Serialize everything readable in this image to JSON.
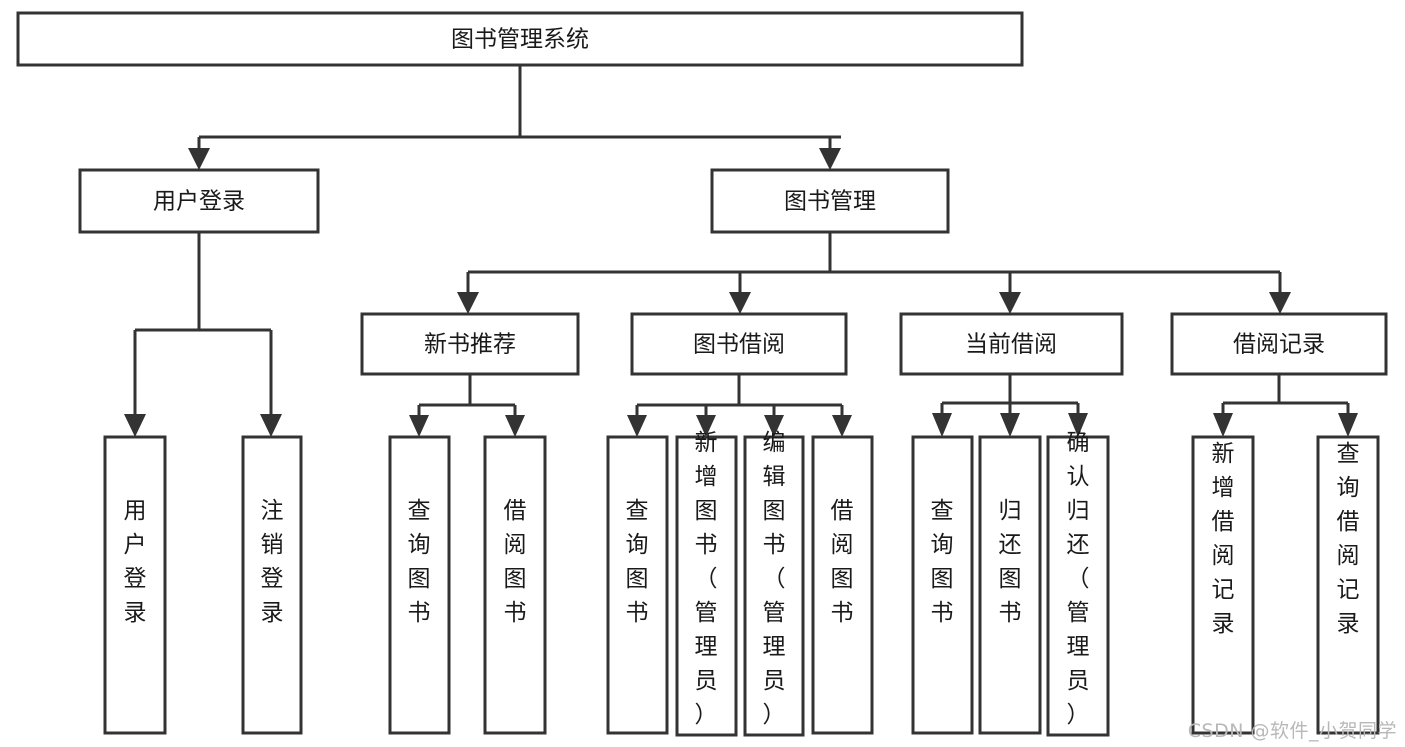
{
  "diagram": {
    "type": "tree",
    "title": "图书管理系统",
    "watermark": "CSDN @软件_小贺同学",
    "colors": {
      "stroke": "#333333",
      "fill": "#ffffff",
      "text": "#1a1a1a",
      "watermark": "#b8b8b8"
    },
    "nodes": {
      "root": "图书管理系统",
      "level2": [
        "用户登录",
        "图书管理"
      ],
      "level3": [
        "新书推荐",
        "图书借阅",
        "当前借阅",
        "借阅记录"
      ],
      "leaves": {
        "user_login": [
          "用户登录",
          "注销登录"
        ],
        "new_book": [
          "查询图书",
          "借阅图书"
        ],
        "book_borrow": [
          "查询图书",
          "新增图书（管理员）",
          "编辑图书（管理员）",
          "借阅图书"
        ],
        "current_borrow": [
          "查询图书",
          "归还图书",
          "确认归还（管理员）"
        ],
        "borrow_record": [
          "新增借阅记录",
          "查询借阅记录"
        ]
      }
    }
  }
}
